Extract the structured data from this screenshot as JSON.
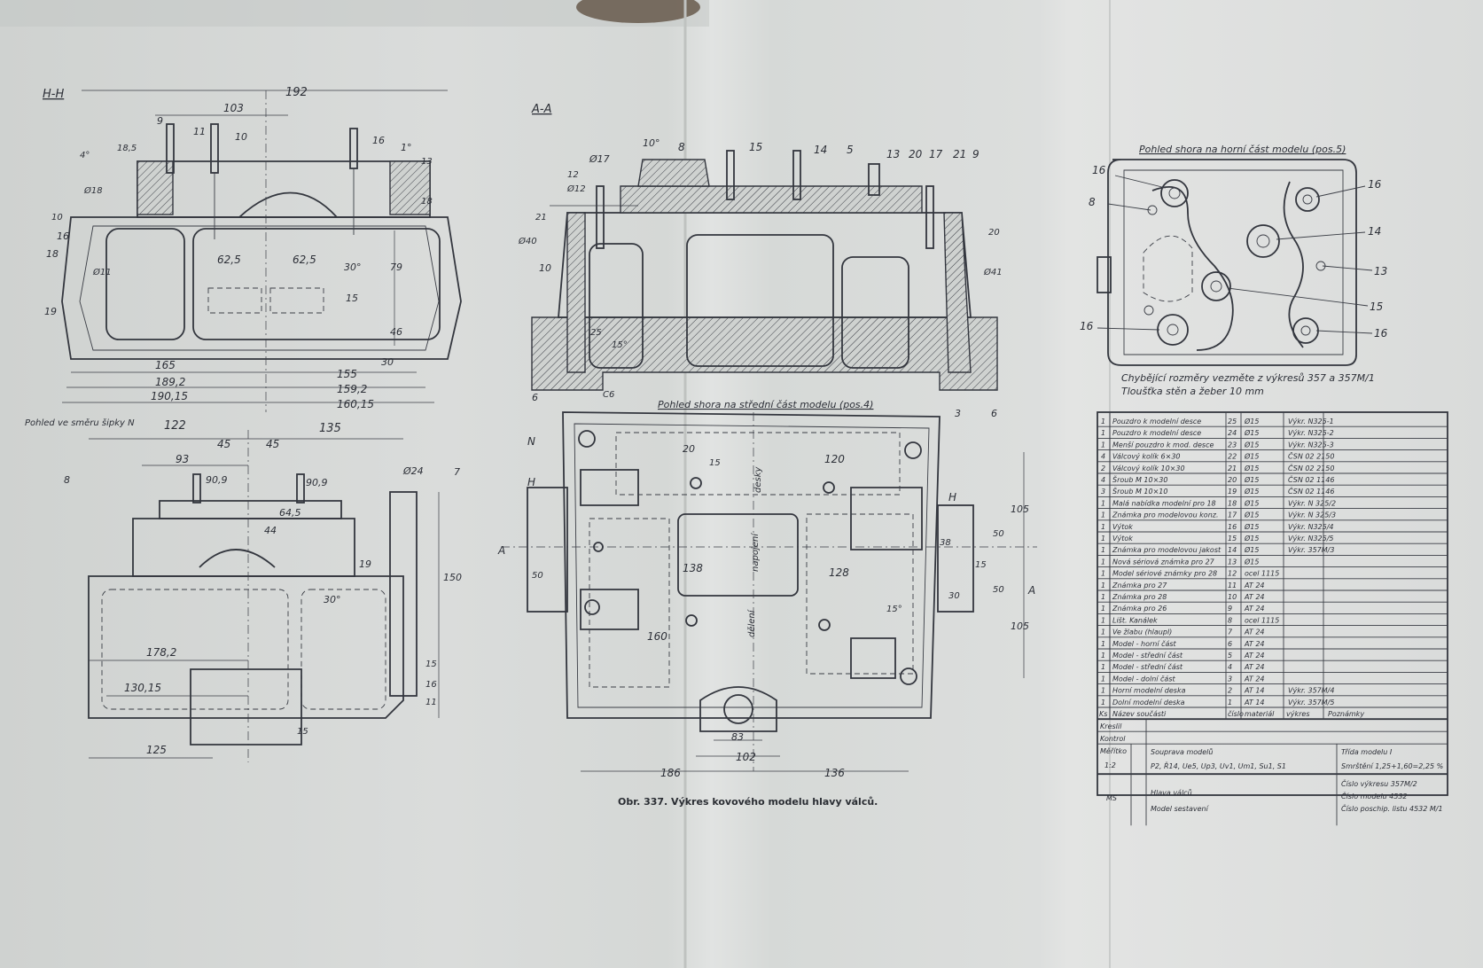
{
  "caption": "Obr. 337. Výkres kovového modelu hlavy válců.",
  "views": {
    "hh": {
      "title": "H-H",
      "footnote": "Pohled ve směru šipky N",
      "dims": [
        "192",
        "103",
        "9",
        "11",
        "10",
        "16",
        "1°",
        "18,5",
        "4°",
        "10",
        "18",
        "13",
        "16",
        "18",
        "19",
        "62,5",
        "62,5",
        "30°",
        "15",
        "79",
        "46",
        "30",
        "165",
        "155",
        "189,2",
        "159,2",
        "190,15",
        "160,15",
        "Ø18",
        "Ø11"
      ]
    },
    "aa": {
      "title": "A-A",
      "dims": [
        "Ø17",
        "10°",
        "8",
        "15",
        "14",
        "5",
        "13",
        "20",
        "17",
        "21",
        "9",
        "12",
        "Ø12",
        "Ø40",
        "21",
        "20",
        "10",
        "25",
        "15°",
        "C6",
        "6",
        "3",
        "6",
        "Ø41"
      ]
    },
    "front": {
      "dims": [
        "122",
        "135",
        "45",
        "45",
        "93",
        "90,9",
        "90,9",
        "Ø24",
        "7",
        "8",
        "64,5",
        "44",
        "19",
        "30°",
        "150",
        "178,2",
        "130,15",
        "125",
        "15",
        "16",
        "11",
        "15"
      ]
    },
    "mid": {
      "title": "Pohled shora na střední část modelu (pos.4)",
      "dims": [
        "N",
        "H",
        "A",
        "A",
        "H",
        "20",
        "15",
        "120",
        "105",
        "38",
        "50",
        "50",
        "15",
        "138",
        "128",
        "50",
        "30",
        "160",
        "15°",
        "105",
        "83",
        "102",
        "186",
        "136"
      ],
      "words": [
        "desky",
        "napojení",
        "dělení"
      ]
    },
    "top": {
      "title": "Pohled shora na horní část modelu (pos.5)",
      "callouts": [
        "16",
        "8",
        "16",
        "14",
        "13",
        "15",
        "16",
        "16"
      ],
      "note1": "Chybějící rozměry vezměte z výkresů 357 a 357M/1",
      "note2": "Tloušťka stěn a žeber 10 mm"
    }
  },
  "parts_list": {
    "rows": [
      [
        "1",
        "Pouzdro k modelní desce",
        "25",
        "Ø15",
        "Výkr. N325-1"
      ],
      [
        "1",
        "Pouzdro k modelní desce",
        "24",
        "Ø15",
        "Výkr. N325-2"
      ],
      [
        "1",
        "Menší pouzdro k mod. desce",
        "23",
        "Ø15",
        "Výkr. N325-3"
      ],
      [
        "4",
        "Válcový kolík 6×30",
        "22",
        "Ø15",
        "ČSN 02 2150"
      ],
      [
        "2",
        "Válcový kolík 10×30",
        "21",
        "Ø15",
        "ČSN 02 2150"
      ],
      [
        "4",
        "Šroub M 10×30",
        "20",
        "Ø15",
        "ČSN 02 1146"
      ],
      [
        "3",
        "Šroub M 10×10",
        "19",
        "Ø15",
        "ČSN 02 1146"
      ],
      [
        "1",
        "Malá nabídka modelní pro 18",
        "18",
        "Ø15",
        "Výkr. N 325/2"
      ],
      [
        "1",
        "Známka pro modelovou konz.",
        "17",
        "Ø15",
        "Výkr. N 325/3"
      ],
      [
        "1",
        "Výtok",
        "16",
        "Ø15",
        "Výkr. N325/4"
      ],
      [
        "1",
        "Výtok",
        "15",
        "Ø15",
        "Výkr. N325/5"
      ],
      [
        "1",
        "Známka pro modelovou jakost",
        "14",
        "Ø15",
        "Výkr. 357M/3"
      ],
      [
        "1",
        "Nová sériová známka pro 27",
        "13",
        "Ø15",
        ""
      ],
      [
        "1",
        "Model sériové známky pro 28",
        "12",
        "ocel 1115",
        ""
      ],
      [
        "1",
        "Známka pro 27",
        "11",
        "AT 24",
        ""
      ],
      [
        "1",
        "Známka pro 28",
        "10",
        "AT 24",
        ""
      ],
      [
        "1",
        "Známka pro 26",
        "9",
        "AT 24",
        ""
      ],
      [
        "1",
        "Lišt. Kanálek",
        "8",
        "ocel 1115",
        ""
      ],
      [
        "1",
        "Ve žlabu (hlaupl)",
        "7",
        "AT 24",
        ""
      ],
      [
        "1",
        "Model - horní část",
        "6",
        "AT 24",
        ""
      ],
      [
        "1",
        "Model - střední část",
        "5",
        "AT 24",
        ""
      ],
      [
        "1",
        "Model - střední část",
        "4",
        "AT 24",
        ""
      ],
      [
        "1",
        "Model - dolní část",
        "3",
        "AT 24",
        ""
      ],
      [
        "1",
        "Horní modelní deska",
        "2",
        "AT 14",
        "Výkr. 357M/4"
      ],
      [
        "1",
        "Dolní modelní deska",
        "1",
        "AT 14",
        "Výkr. 357M/5"
      ]
    ],
    "header": [
      "Ks",
      "Název součásti",
      "číslo",
      "materiál",
      "výkres",
      "Poznámky"
    ],
    "title_block": {
      "kreslil": "Kreslil",
      "kontrol": "Kontrol",
      "meritko_label": "Měřítko",
      "meritko": "1:2",
      "soupr": "Souprava modelů",
      "soupr_detail": "P2, Ř14, Ue5, Up3, Uv1, Um1, Su1, S1",
      "trida": "Třída modelu I",
      "smrsteni": "Smrštění 1,25+1,60=2,25 %",
      "cislo_vykresu": "Číslo výkresu 357M/2",
      "cislo_modelu": "Číslo modelu 4532",
      "cislo_poschip": "Číslo poschip. listu 4532 M/1",
      "ms": "MS",
      "nazev1": "Hlava válců",
      "nazev2": "Model sestavení"
    }
  }
}
